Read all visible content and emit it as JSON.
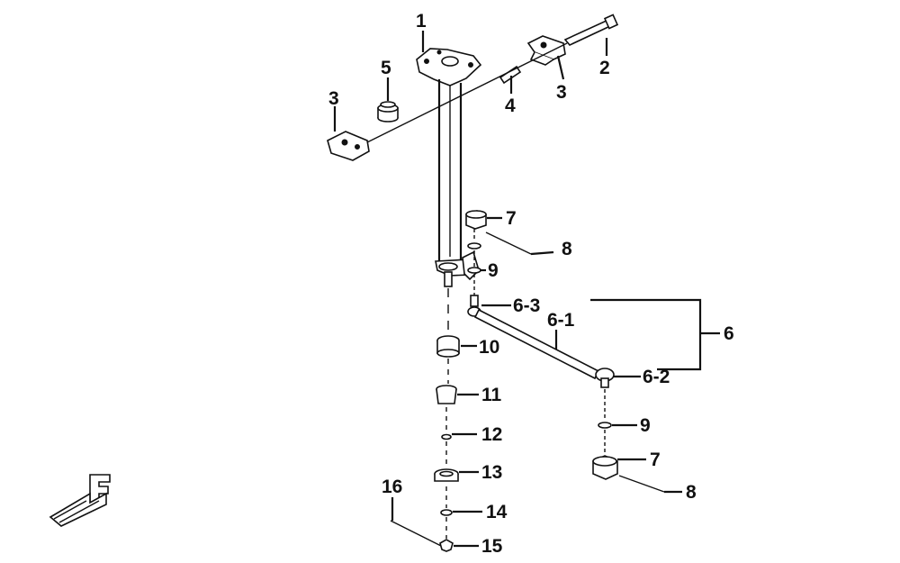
{
  "callouts": {
    "c1": "1",
    "c2": "2",
    "c3a": "3",
    "c3b": "3",
    "c4": "4",
    "c5": "5",
    "c6": "6",
    "c6_1": "6-1",
    "c6_2": "6-2",
    "c6_3": "6-3",
    "c7a": "7",
    "c7b": "7",
    "c8a": "8",
    "c8b": "8",
    "c9a": "9",
    "c9b": "9",
    "c10": "10",
    "c11": "11",
    "c12": "12",
    "c13": "13",
    "c14": "14",
    "c15": "15",
    "c16": "16"
  },
  "direction_icon": "front-arrow-f-icon"
}
